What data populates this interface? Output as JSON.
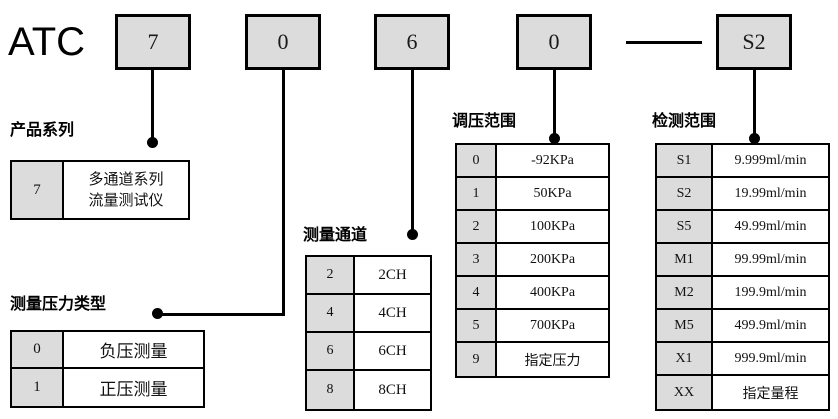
{
  "header": {
    "brand": "ATC",
    "code_boxes": [
      {
        "name": "series",
        "value": "7"
      },
      {
        "name": "pressure-type",
        "value": "0"
      },
      {
        "name": "channel",
        "value": "6"
      },
      {
        "name": "regulation-range",
        "value": "0"
      },
      {
        "name": "detection-range",
        "value": "S2"
      }
    ],
    "separator": "—"
  },
  "sections": {
    "series": {
      "caption": "产品系列",
      "rows": [
        {
          "code": "7",
          "desc_line1": "多通道系列",
          "desc_line2": "流量测试仪"
        }
      ]
    },
    "pressure_type": {
      "caption": "测量压力类型",
      "rows": [
        {
          "code": "0",
          "desc": "负压测量"
        },
        {
          "code": "1",
          "desc": "正压测量"
        }
      ]
    },
    "channel": {
      "caption": "测量通道",
      "rows": [
        {
          "code": "2",
          "desc": "2CH"
        },
        {
          "code": "4",
          "desc": "4CH"
        },
        {
          "code": "6",
          "desc": "6CH"
        },
        {
          "code": "8",
          "desc": "8CH"
        }
      ]
    },
    "regulation_range": {
      "caption": "调压范围",
      "rows": [
        {
          "code": "0",
          "desc": "-92KPa"
        },
        {
          "code": "1",
          "desc": "50KPa"
        },
        {
          "code": "2",
          "desc": "100KPa"
        },
        {
          "code": "3",
          "desc": "200KPa"
        },
        {
          "code": "4",
          "desc": "400KPa"
        },
        {
          "code": "5",
          "desc": "700KPa"
        },
        {
          "code": "9",
          "desc": "指定压力"
        }
      ]
    },
    "detection_range": {
      "caption": "检测范围",
      "rows": [
        {
          "code": "S1",
          "desc": "9.999ml/min"
        },
        {
          "code": "S2",
          "desc": "19.99ml/min"
        },
        {
          "code": "S5",
          "desc": "49.99ml/min"
        },
        {
          "code": "M1",
          "desc": "99.99ml/min"
        },
        {
          "code": "M2",
          "desc": "199.9ml/min"
        },
        {
          "code": "M5",
          "desc": "499.9ml/min"
        },
        {
          "code": "X1",
          "desc": "999.9ml/min"
        },
        {
          "code": "XX",
          "desc": "指定量程"
        }
      ]
    }
  },
  "colors": {
    "code_fill": "#dcdcdc",
    "line": "#000000",
    "background": "#ffffff"
  }
}
